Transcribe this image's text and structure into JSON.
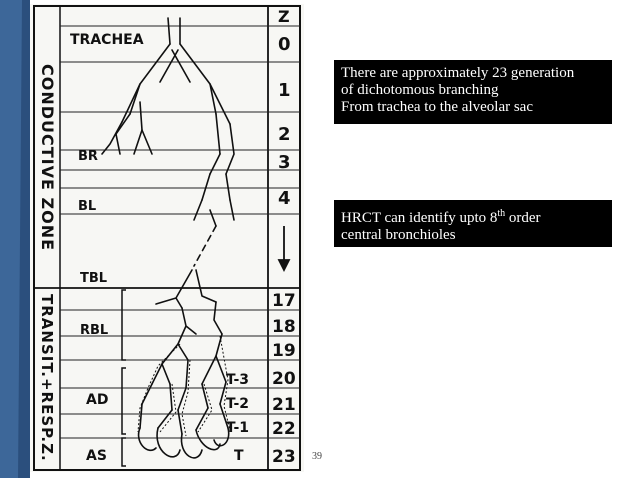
{
  "figure": {
    "labels": {
      "trachea": "TRACHEA",
      "br": "BR",
      "bl": "BL",
      "tbl": "TBL",
      "rbl": "RBL",
      "ad": "AD",
      "as": "AS",
      "t3": "T-3",
      "t2": "T-2",
      "t1": "T-1",
      "t": "T"
    },
    "zones": {
      "conductive": "CONDUCTIVE ZONE",
      "transitional": "TRANSIT.+RESP.Z."
    },
    "z_header": "Z",
    "generations": [
      "0",
      "1",
      "2",
      "3",
      "4",
      "17",
      "18",
      "19",
      "20",
      "21",
      "22",
      "23"
    ]
  },
  "callouts": {
    "first": [
      "There are approximately 23 generation",
      "of dichotomous branching",
      "From trachea to the alveolar sac"
    ],
    "second_prefix": "HRCT can identify upto 8",
    "second_sup": "th",
    "second_suffix": " order",
    "second_line2": "central bronchioles"
  },
  "page_number": "39",
  "colors": {
    "slide_bg_left": "#2b4f7d",
    "callout_bg": "#000000",
    "callout_text": "#ffffff"
  }
}
